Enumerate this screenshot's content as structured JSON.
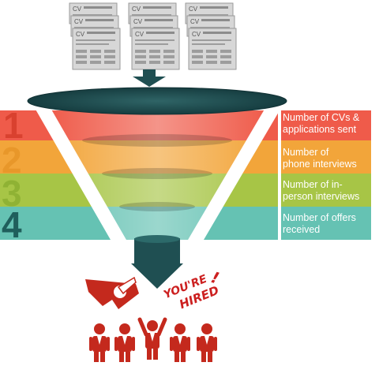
{
  "colors": {
    "red": "#ef5b4a",
    "orange": "#f2a53a",
    "green": "#a7c546",
    "teal": "#65c2b3",
    "dark_teal": "#1f4f52",
    "person": "#c4291d"
  },
  "cv_stacks": [
    {
      "sheets": [
        "CV",
        "CV",
        "CV"
      ]
    },
    {
      "sheets": [
        "CV",
        "CV",
        "CV"
      ]
    },
    {
      "sheets": [
        "CV",
        "CV",
        "CV"
      ]
    }
  ],
  "stages": [
    {
      "number": "1",
      "line1": "Number of CVs &",
      "line2": "applications sent",
      "color": "#ef5b4a",
      "num_color": "#d9412f"
    },
    {
      "number": "2",
      "line1": "Number of",
      "line2": "phone interviews",
      "color": "#f2a53a",
      "num_color": "#e8972a"
    },
    {
      "number": "3",
      "line1": "Number of in-",
      "line2": "person interviews",
      "color": "#a7c546",
      "num_color": "#8fb234"
    },
    {
      "number": "4",
      "line1": "Number of offers",
      "line2": "received",
      "color": "#65c2b3",
      "num_color": "#1f5f5c"
    }
  ],
  "hired_text": {
    "line1": "YOU'RE",
    "line2": "HIRED",
    "mark": "!"
  },
  "people": [
    {
      "icon": "person-icon"
    },
    {
      "icon": "person-icon"
    },
    {
      "icon": "cheering-person-icon"
    },
    {
      "icon": "person-icon"
    },
    {
      "icon": "person-icon"
    }
  ]
}
